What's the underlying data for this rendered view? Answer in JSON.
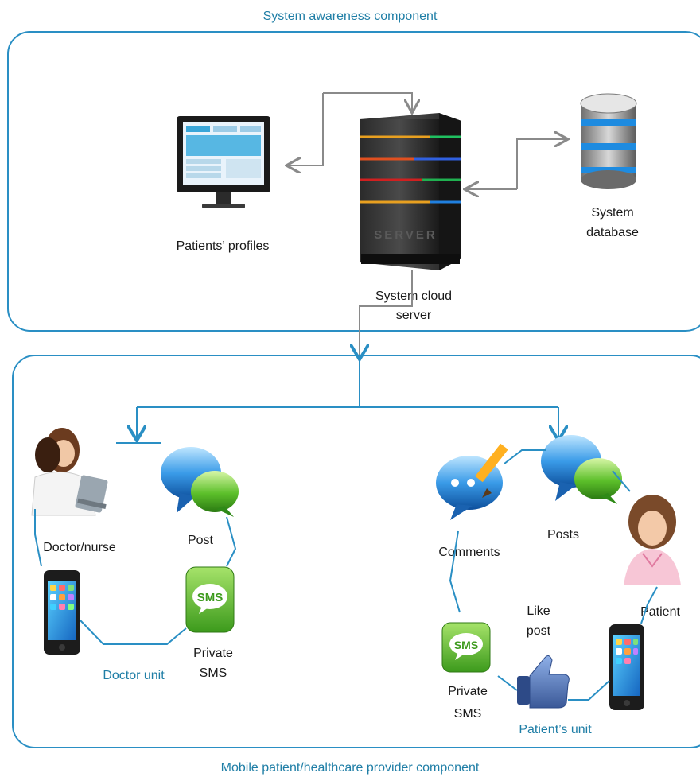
{
  "titles": {
    "top_component": "System awareness component",
    "bottom_component": "Mobile patient/healthcare provider component"
  },
  "nodes": {
    "patients_profiles": "Patients’ profiles",
    "system_cloud_server_line1": "System cloud",
    "system_cloud_server_line2": "server",
    "system_database_line1": "System",
    "system_database_line2": "database",
    "server_case_text": "SERVER",
    "doctor_nurse": "Doctor/nurse",
    "post": "Post",
    "private_sms_doctor_line1": "Private",
    "private_sms_doctor_line2": "SMS",
    "doctor_unit": "Doctor unit",
    "comments": "Comments",
    "posts": "Posts",
    "patient": "Patient",
    "like_post_line1": "Like",
    "like_post_line2": "post",
    "private_sms_patient_line1": "Private",
    "private_sms_patient_line2": "SMS",
    "patients_unit": "Patient’s unit",
    "sms_icon_text": "SMS"
  },
  "icons": [
    "monitor-icon",
    "server-icon",
    "database-icon",
    "doctor-nurse-icon",
    "chat-bubbles-icon",
    "smartphone-icon",
    "sms-icon",
    "comment-pencil-icon",
    "patient-avatar-icon",
    "thumbs-up-icon"
  ],
  "colors": {
    "frame_blue": "#2a8fc4",
    "label_blue": "#1f7ea6",
    "gray_link": "#8a8a8a",
    "sms_green": "#4caf2a"
  }
}
